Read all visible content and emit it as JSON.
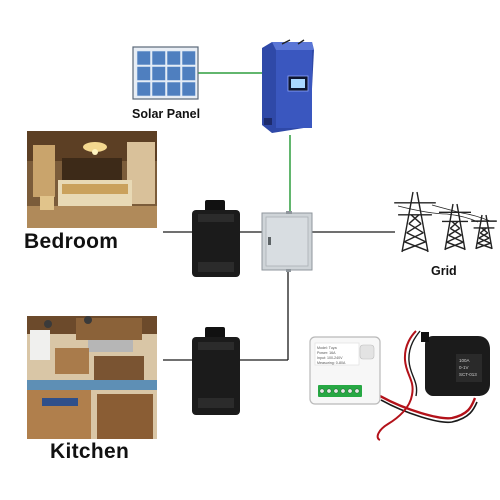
{
  "labels": {
    "solar_panel": "Solar Panel",
    "bedroom": "Bedroom",
    "grid": "Grid",
    "kitchen": "Kitchen"
  },
  "device_sticker_lines": [
    "Model: Tuya",
    "Power: 16A",
    "Input: 100-240V",
    "Measuring: 0-80A"
  ],
  "clamp_sticker_lines": [
    "100A",
    "0-1V",
    "SCT-013"
  ],
  "colors": {
    "ac_wire": "#1a1a1a",
    "dc_wire": "#2e9e3e",
    "inverter_blue": "#3552b8",
    "panel_blue": "#4f7fbf",
    "ct_clamp": "#1b1b1b",
    "distribution_box": "#cfd4d8",
    "terminal_green": "#27a844",
    "cable_red": "#b3121a"
  },
  "icons": [
    "solar-panel-icon",
    "inverter-icon",
    "ct-clamp-icon",
    "distribution-box-icon",
    "power-pylon-icon",
    "energy-meter-icon",
    "bedroom-photo",
    "kitchen-photo"
  ]
}
